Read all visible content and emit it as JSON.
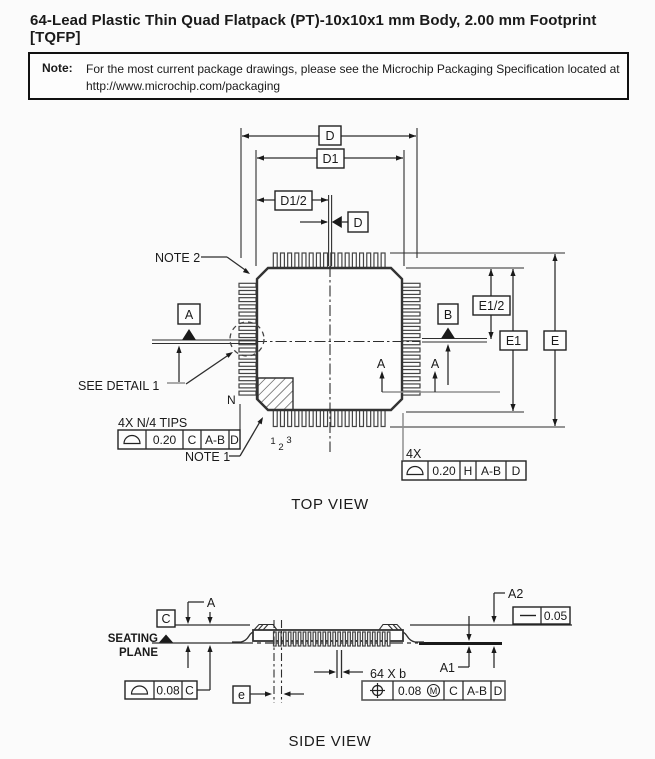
{
  "title": "64-Lead Plastic Thin Quad Flatpack (PT)-10x10x1 mm Body, 2.00 mm Footprint [TQFP]",
  "note": {
    "label": "Note:",
    "line1": "For the most current package drawings, please see the Microchip Packaging Specification located at",
    "line2": "http://www.microchip.com/packaging"
  },
  "top_view": {
    "caption": "TOP VIEW",
    "dim_d": "D",
    "dim_d1": "D1",
    "dim_d1_half": "D1/2",
    "dim_e": "E",
    "dim_e1": "E1",
    "dim_e1_half": "E1/2",
    "datum_a": "A",
    "datum_b": "B",
    "datum_d": "D",
    "note2": "NOTE 2",
    "note1": "NOTE 1",
    "see_detail": "SEE DETAIL 1",
    "pin_count_label": "N",
    "tips_label": "4X N/4 TIPS",
    "qty_label": "4X",
    "section_left": "A",
    "section_right": "A",
    "pin1": "1",
    "pin2": "2",
    "pin3": "3",
    "fcf_tips": {
      "tol": "0.20",
      "d1": "C",
      "d2": "A-B",
      "d3": "D"
    },
    "fcf_4x": {
      "tol": "0.20",
      "d1": "H",
      "d2": "A-B",
      "d3": "D"
    }
  },
  "side_view": {
    "caption": "SIDE VIEW",
    "dim_a": "A",
    "dim_a1": "A1",
    "dim_a2": "A2",
    "datum_c": "C",
    "seating_line1": "SEATING",
    "seating_line2": "PLANE",
    "pitch_label": "e",
    "lead_label": "64 X b",
    "fcf_flat": {
      "tol": "0.05"
    },
    "fcf_seat": {
      "tol": "0.08",
      "d1": "C"
    },
    "fcf_pos": {
      "tol": "0.08",
      "mod": "M",
      "d1": "C",
      "d2": "A-B",
      "d3": "D"
    }
  }
}
